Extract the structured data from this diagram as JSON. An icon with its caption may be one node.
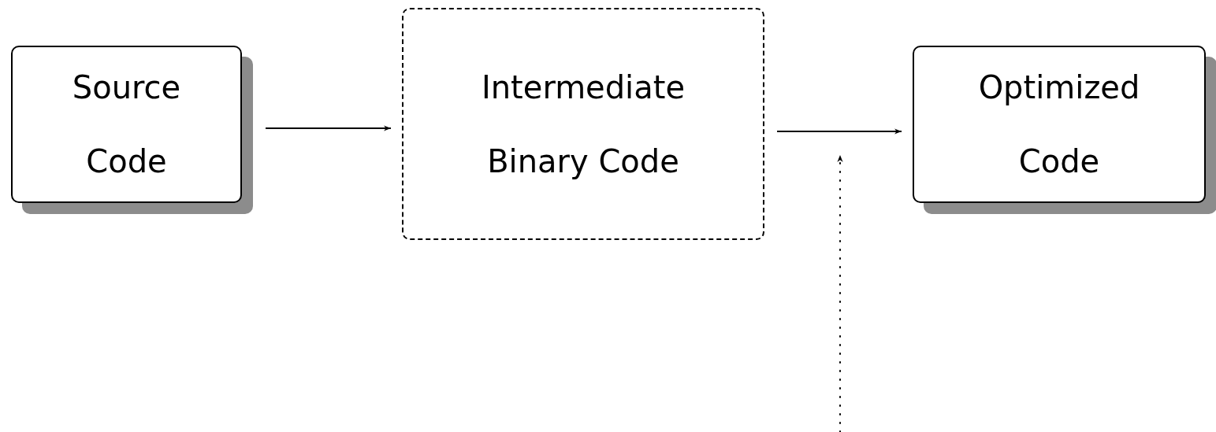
{
  "diagram": {
    "nodes": [
      {
        "text": [
          "Source Code"
        ]
      },
      {
        "text": [
          "Intermediate Binary Code"
        ]
      },
      {
        "text": [
          "Optimized Code"
        ]
      }
    ],
    "edges": [
      {
        "from": 0,
        "to": 1,
        "arrow": "to"
      },
      {
        "from": 1,
        "to": 2,
        "arrow": "to"
      }
    ]
  }
}
